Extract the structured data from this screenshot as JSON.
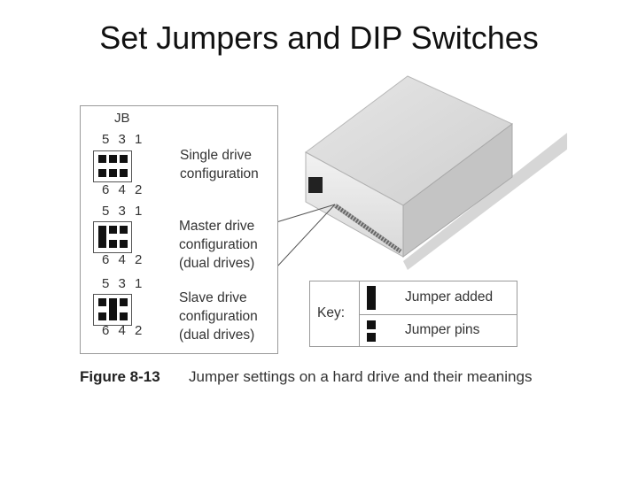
{
  "title": "Set Jumpers and DIP Switches",
  "jumper_panel": {
    "header": "JB",
    "top_pins": "5 3 1",
    "bottom_pins": "6 4 2",
    "configs": [
      {
        "line1": "Single drive",
        "line2": "configuration",
        "line3": ""
      },
      {
        "line1": "Master drive",
        "line2": "configuration",
        "line3": "(dual drives)"
      },
      {
        "line1": "Slave drive",
        "line2": "configuration",
        "line3": "(dual drives)"
      }
    ]
  },
  "key": {
    "label": "Key:",
    "jumper_added": "Jumper added",
    "jumper_pins": "Jumper pins"
  },
  "caption": {
    "figure": "Figure 8-13",
    "text": "Jumper settings on a hard drive and their meanings"
  }
}
